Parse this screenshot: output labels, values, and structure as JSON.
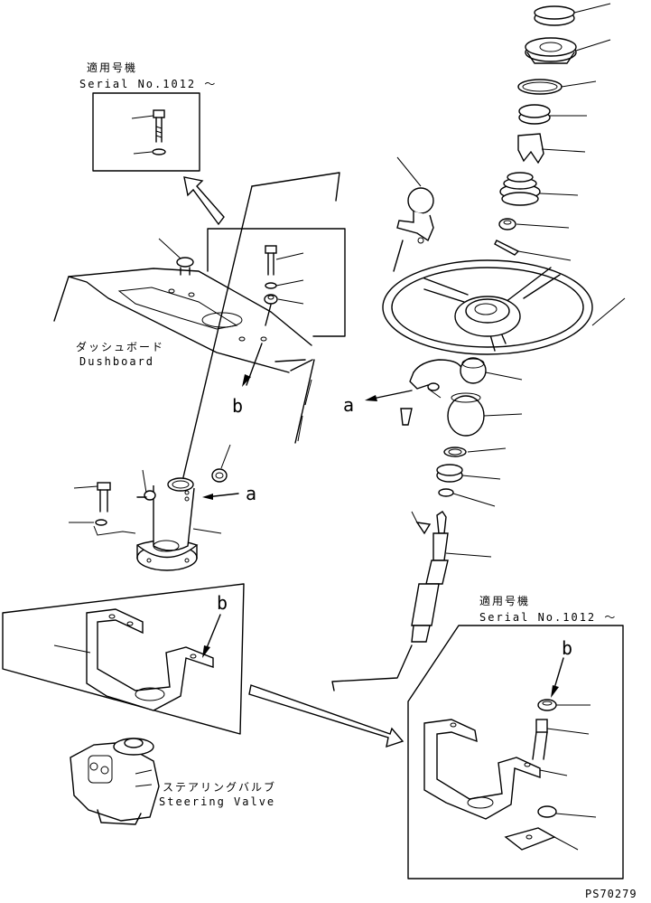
{
  "labels": {
    "applicable_top_jp": "適用号機",
    "applicable_top_serial": "Serial No.1012 ～",
    "applicable_right_jp": "適用号機",
    "applicable_right_serial": "Serial No.1012 ～",
    "dashboard_jp": "ダッシュボード",
    "dashboard_en": "Dushboard",
    "steering_valve_jp": "ステアリングバルブ",
    "steering_valve_en": "Steering Valve",
    "ref_a_left": "a",
    "ref_a_right": "a",
    "ref_b_dash": "b",
    "ref_b_bracket": "b",
    "ref_b_inset": "b",
    "figure_code": "PS70279"
  }
}
